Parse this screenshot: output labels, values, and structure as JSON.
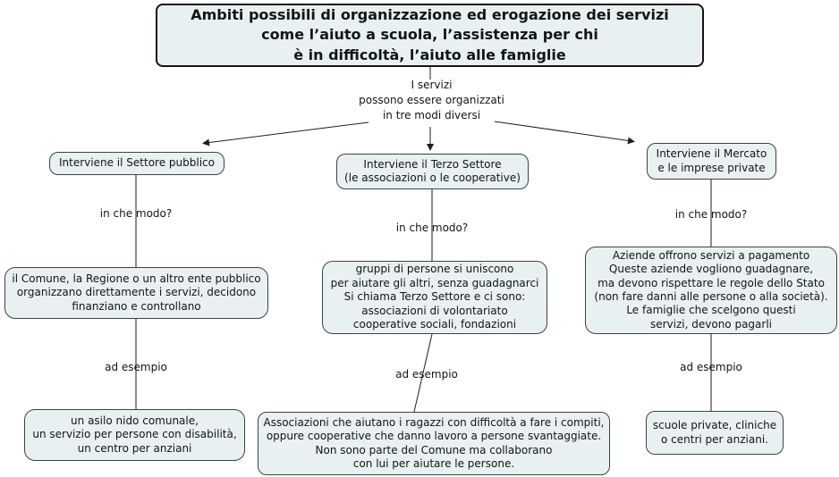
{
  "palette": {
    "background": "#ffffff",
    "box_fill": "#e8f0f2",
    "box_border": "#3d4245",
    "line_color": "#1e1e1e",
    "text_color": "#141414"
  },
  "title": {
    "text": "Ambiti possibili di organizzazione ed erogazione dei servizi\ncome l’aiuto a scuola, l’assistenza per chi\nè in difficoltà, l’aiuto alle famiglie"
  },
  "root_statement": {
    "text": "I servizi\npossono essere organizzati\nin tre modi diversi"
  },
  "branches": [
    {
      "id": "public-sector",
      "node": "Interviene il Settore pubblico",
      "how_label": "in che modo?",
      "description": "il Comune, la Regione o un altro ente pubblico\norganizzano direttamente i servizi, decidono\nfinanziano e controllano",
      "example_label": "ad esempio",
      "example": "un asilo nido comunale,\nun servizio per persone con disabilità,\nun centro per anziani"
    },
    {
      "id": "third-sector",
      "node": "Interviene il Terzo Settore\n(le associazioni o le cooperative)",
      "how_label": "in che modo?",
      "description": "gruppi di persone si uniscono\nper aiutare gli altri, senza guadagnarci\nSi chiama Terzo Settore e ci sono:\nassociazioni di volontariato\ncooperative sociali, fondazioni",
      "example_label": "ad esempio",
      "example": "Associazioni che aiutano i ragazzi con difficoltà a fare i compiti,\noppure cooperative che danno lavoro a persone svantaggiate.\nNon sono parte del Comune ma collaborano\ncon lui per aiutare le persone."
    },
    {
      "id": "market",
      "node": "Interviene il Mercato\ne le imprese private",
      "how_label": "in che modo?",
      "description": "Aziende offrono servizi a pagamento\nQueste aziende vogliono guadagnare,\nma devono rispettare le regole dello Stato\n(non fare danni alle persone o alla società).\nLe famiglie che scelgono questi\nservizi, devono pagarli",
      "example_label": "ad esempio",
      "example": "scuole private, cliniche\no centri per anziani."
    }
  ]
}
